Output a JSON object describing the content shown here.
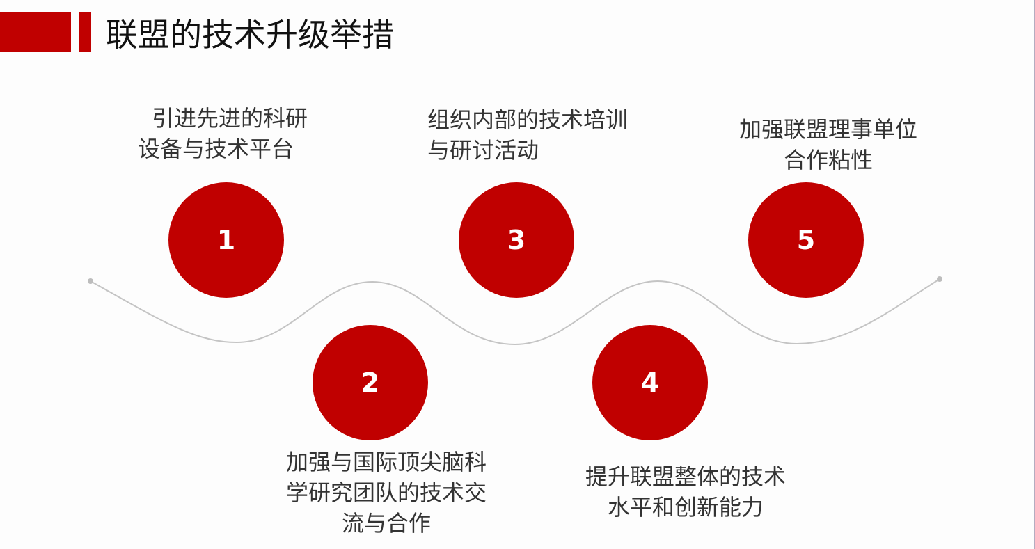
{
  "title": "联盟的技术升级举措",
  "accent": "#c00000",
  "steps": [
    {
      "num": "1",
      "lines": [
        "引进先进的科研",
        "设备与技术平台"
      ]
    },
    {
      "num": "2",
      "lines": [
        "加强与国际顶尖脑科",
        "学研究团队的技术交",
        "流与合作"
      ]
    },
    {
      "num": "3",
      "lines": [
        "组织内部的技术培训",
        "与研讨活动"
      ]
    },
    {
      "num": "4",
      "lines": [
        "提升联盟整体的技术",
        "水平和创新能力"
      ]
    },
    {
      "num": "5",
      "lines": [
        "加强联盟理事单位",
        "合作粘性"
      ]
    }
  ]
}
